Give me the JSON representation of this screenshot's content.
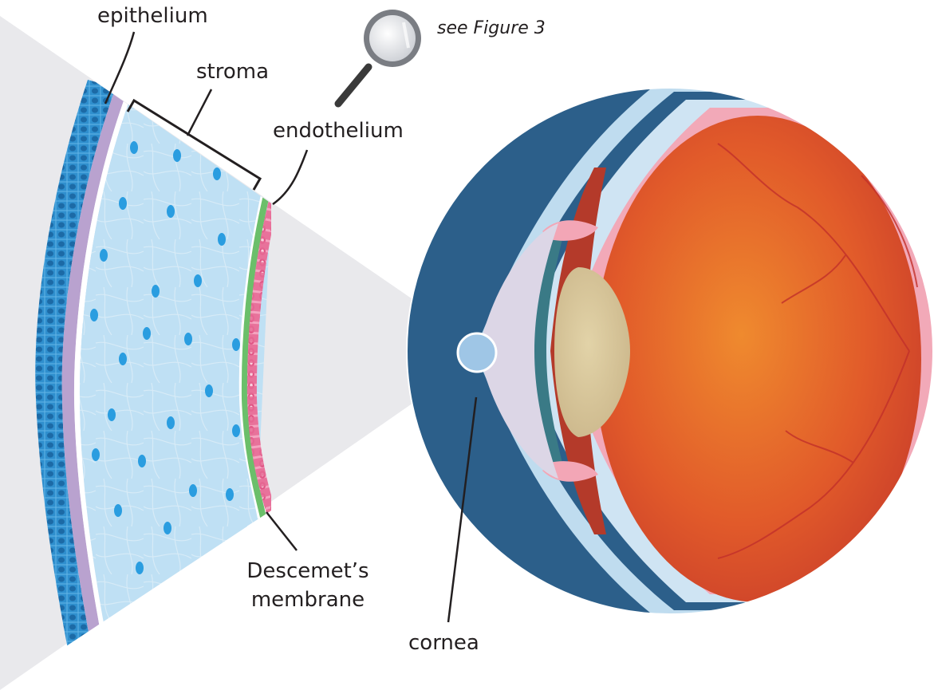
{
  "labels": {
    "epithelium": "epithelium",
    "stroma": "stroma",
    "endothelium": "endothelium",
    "see_figure": "see Figure 3",
    "descemet_line1": "Descemet’s",
    "descemet_line2": "membrane",
    "cornea": "cornea"
  },
  "colors": {
    "epithelium": "#2f8fce",
    "bowman_layer": "#b9a2cf",
    "stroma": "#bfe0f4",
    "keratocytes": "#2a9de0",
    "descemet": "#6bbf6a",
    "endothelium": "#f07aa0",
    "sclera_background": "#2c5f8a",
    "retina": "#e2522d",
    "lens": "#d6c59a",
    "magnifier_cone": "#e9e9ec"
  },
  "icons": {
    "magnifier": "magnifying-glass-icon"
  }
}
